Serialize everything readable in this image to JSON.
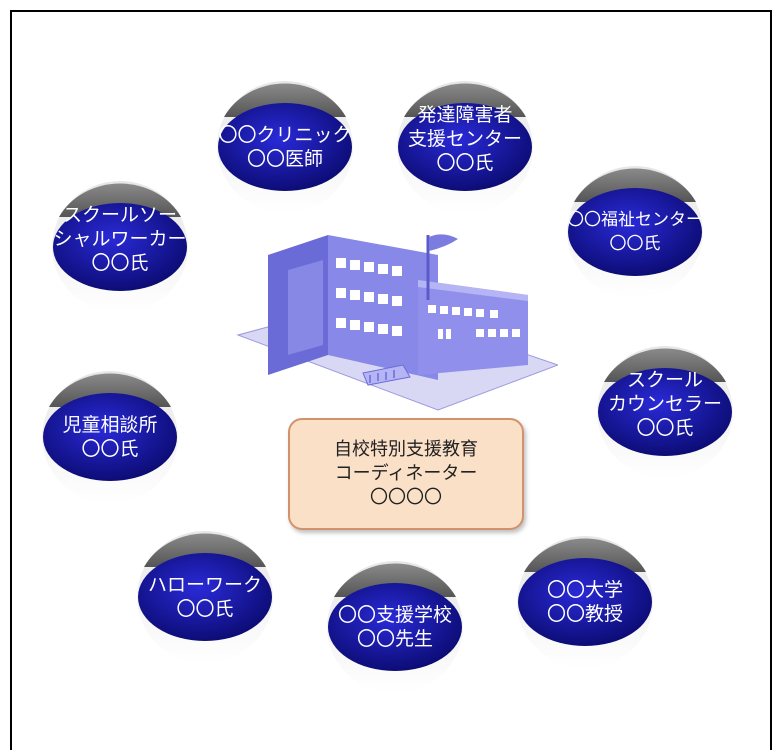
{
  "coordinator": {
    "lines": [
      "自校特別支援教育",
      "コーディネーター",
      "〇〇〇〇"
    ]
  },
  "nodes": [
    {
      "id": "clinic",
      "lines": [
        "〇〇クリニック",
        "〇〇医師"
      ]
    },
    {
      "id": "dev-support",
      "lines": [
        "発達障害者",
        "支援センター",
        "〇〇氏"
      ]
    },
    {
      "id": "welfare",
      "lines": [
        "〇〇福祉センター",
        "〇〇氏"
      ]
    },
    {
      "id": "counselor",
      "lines": [
        "スクール",
        "カウンセラー",
        "〇〇氏"
      ]
    },
    {
      "id": "university",
      "lines": [
        "〇〇大学",
        "〇〇教授"
      ]
    },
    {
      "id": "support-school",
      "lines": [
        "〇〇支援学校",
        "〇〇先生"
      ]
    },
    {
      "id": "hello-work",
      "lines": [
        "ハローワーク",
        "〇〇氏"
      ]
    },
    {
      "id": "child-guidance",
      "lines": [
        "児童相談所",
        "〇〇氏"
      ]
    },
    {
      "id": "social-worker",
      "lines": [
        "スクールソー",
        "シャルワーカー",
        "〇〇氏"
      ]
    }
  ],
  "colors": {
    "node_blue_dark": "#0a0a6e",
    "node_blue_light": "#2a2ad8",
    "cap_gray": "#555555",
    "coordinator_fill": "#fbe0c8",
    "coordinator_border": "#d2936c",
    "school_blue": "#8888e8"
  }
}
